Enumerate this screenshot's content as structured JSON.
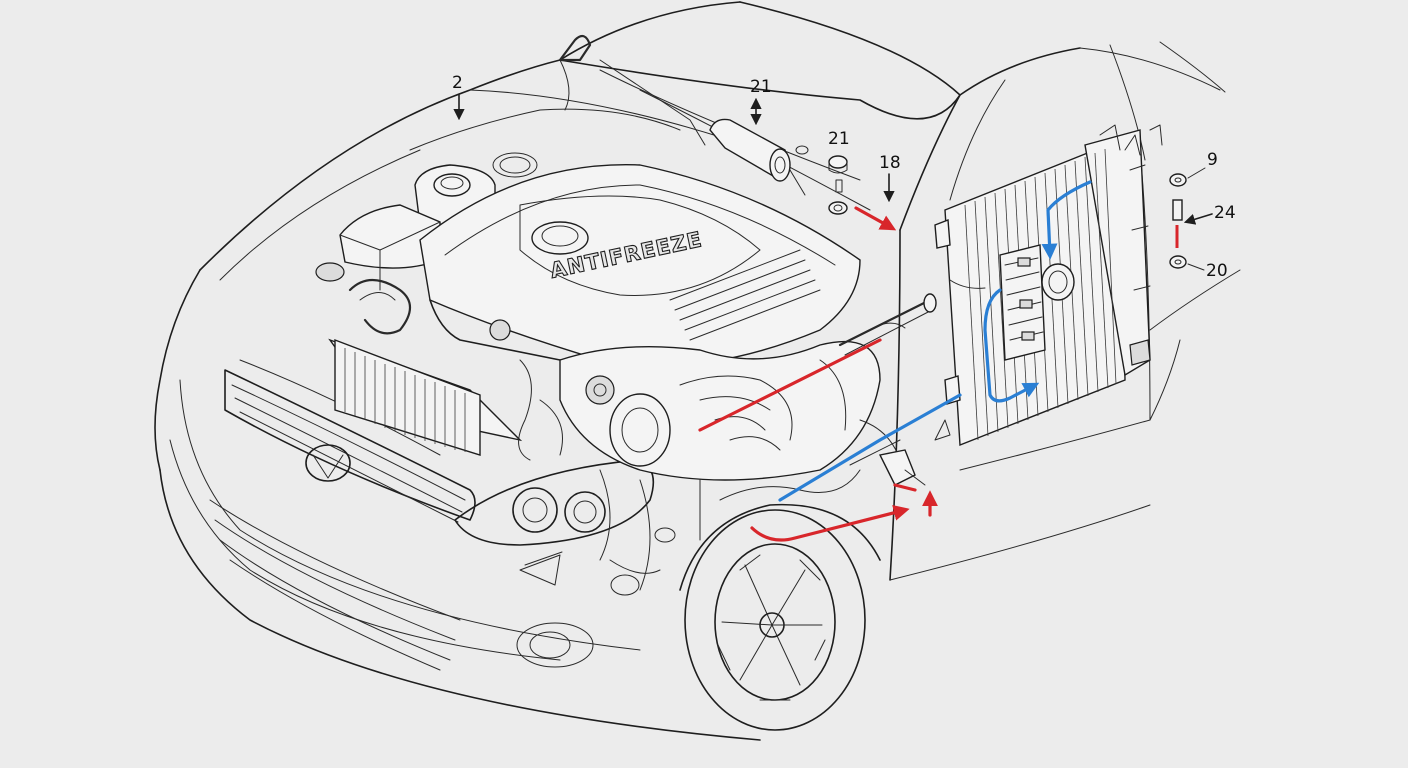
{
  "engine_cover_text": "ANTIFREEZE",
  "callouts": [
    {
      "id": "hood-callout",
      "label": "2"
    },
    {
      "id": "reservoir-callout",
      "label": "21"
    },
    {
      "id": "cap-callout",
      "label": "21"
    },
    {
      "id": "inlet-callout",
      "label": "18"
    },
    {
      "id": "seal-callout",
      "label": "9"
    },
    {
      "id": "bolt-callout",
      "label": "24"
    },
    {
      "id": "washer-callout",
      "label": "20"
    }
  ],
  "colors": {
    "hot_flow": "#d8262b",
    "cold_flow": "#2a7fd4",
    "line_art": "#1e1e1e",
    "background": "#ececec"
  },
  "icons": [
    "hot-coolant-arrow",
    "cold-coolant-arrow",
    "radiator",
    "engine-cover",
    "coolant-reservoir"
  ]
}
